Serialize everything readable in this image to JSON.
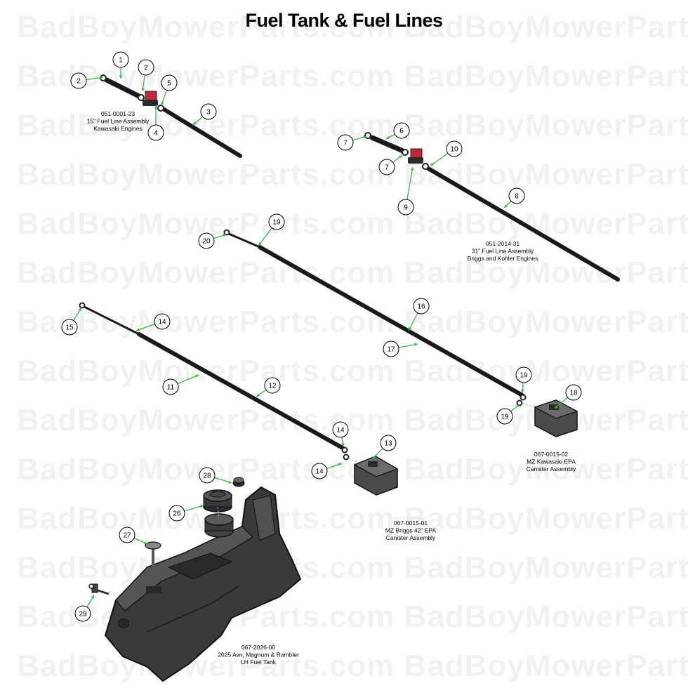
{
  "title": "Fuel Tank & Fuel Lines",
  "watermark": "BadBoyMowerParts.com",
  "colors": {
    "leader": "#3bb34a",
    "tube": "#1a1a1a",
    "tank": "#333333",
    "clip": "#c0283a",
    "bubble_stroke": "#000000"
  },
  "assemblies": [
    {
      "id": "a1",
      "lines": [
        "051-0001-23",
        "15\" Fuel Line Assembly",
        "Kawasaki Engines"
      ]
    },
    {
      "id": "a2",
      "lines": [
        "051-2014-31",
        "31\" Fuel Line Assembly",
        "Briggs and Kohler Engines"
      ]
    },
    {
      "id": "a3",
      "lines": [
        "067-0015-02",
        "MZ Kawasaki EPA",
        "Canister Assembly"
      ]
    },
    {
      "id": "a4",
      "lines": [
        "067-0015-01",
        "MZ Briggs 42\" EPA",
        "Canister Assembly"
      ]
    },
    {
      "id": "a5",
      "lines": [
        "067-2026-00",
        "2025 Avn, Magnum & Rambler",
        "LH Fuel Tank"
      ]
    }
  ],
  "callouts": [
    {
      "n": "1"
    },
    {
      "n": "2"
    },
    {
      "n": "2"
    },
    {
      "n": "5"
    },
    {
      "n": "3"
    },
    {
      "n": "4"
    },
    {
      "n": "6"
    },
    {
      "n": "7"
    },
    {
      "n": "7"
    },
    {
      "n": "10"
    },
    {
      "n": "9"
    },
    {
      "n": "8"
    },
    {
      "n": "19"
    },
    {
      "n": "20"
    },
    {
      "n": "16"
    },
    {
      "n": "17"
    },
    {
      "n": "19"
    },
    {
      "n": "19"
    },
    {
      "n": "18"
    },
    {
      "n": "15"
    },
    {
      "n": "14"
    },
    {
      "n": "11"
    },
    {
      "n": "12"
    },
    {
      "n": "14"
    },
    {
      "n": "14"
    },
    {
      "n": "13"
    },
    {
      "n": "28"
    },
    {
      "n": "26"
    },
    {
      "n": "27"
    },
    {
      "n": "29"
    }
  ]
}
